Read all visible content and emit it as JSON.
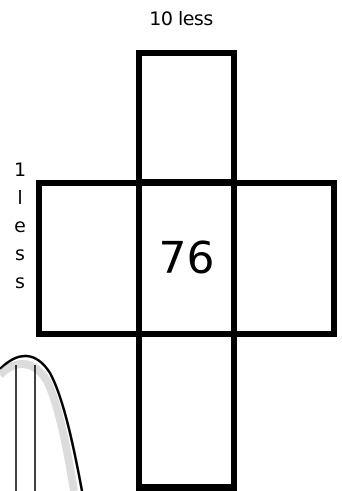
{
  "labels": {
    "top": "10 less",
    "left_vertical": [
      "1",
      "l",
      "e",
      "s",
      "s"
    ]
  },
  "center_value": "76",
  "colors": {
    "stroke": "#000000",
    "background": "#ffffff"
  }
}
